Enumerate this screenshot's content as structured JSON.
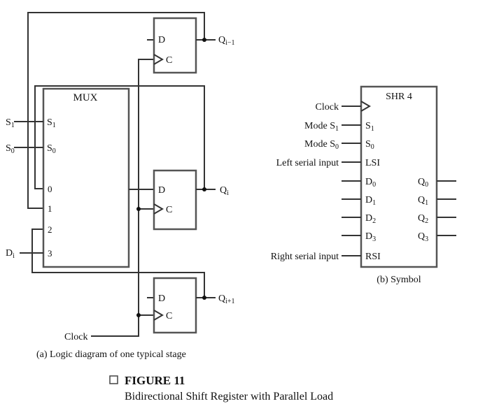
{
  "figure": {
    "number_label": "FIGURE 11",
    "caption": "Bidirectional Shift Register with Parallel Load"
  },
  "logic_diagram": {
    "caption": "(a) Logic diagram of one typical stage",
    "mux": {
      "title": "MUX",
      "select_s1": "S",
      "select_s1_sub": "1",
      "select_s0": "S",
      "select_s0_sub": "0",
      "inputs": [
        "0",
        "1",
        "2",
        "3"
      ]
    },
    "external": {
      "s1": "S",
      "s1_sub": "1",
      "s0": "S",
      "s0_sub": "0",
      "di": "D",
      "di_sub": "i",
      "clock": "Clock"
    },
    "flip_flops": [
      {
        "d": "D",
        "c": "C",
        "q": "Q",
        "q_sub": "i−1"
      },
      {
        "d": "D",
        "c": "C",
        "q": "Q",
        "q_sub": "i"
      },
      {
        "d": "D",
        "c": "C",
        "q": "Q",
        "q_sub": "i+1"
      }
    ]
  },
  "symbol": {
    "caption": "(b) Symbol",
    "title": "SHR 4",
    "left_labels": {
      "clock": "Clock",
      "mode_s1": "Mode S",
      "mode_s1_sub": "1",
      "mode_s0": "Mode S",
      "mode_s0_sub": "0",
      "lsi": "Left serial input",
      "rsi": "Right serial input"
    },
    "inner_left": {
      "s1": "S",
      "s1_sub": "1",
      "s0": "S",
      "s0_sub": "0",
      "lsi": "LSI",
      "d": "D",
      "d_subs": [
        "0",
        "1",
        "2",
        "3"
      ],
      "rsi": "RSI"
    },
    "outputs": {
      "q": "Q",
      "q_subs": [
        "0",
        "1",
        "2",
        "3"
      ]
    }
  }
}
